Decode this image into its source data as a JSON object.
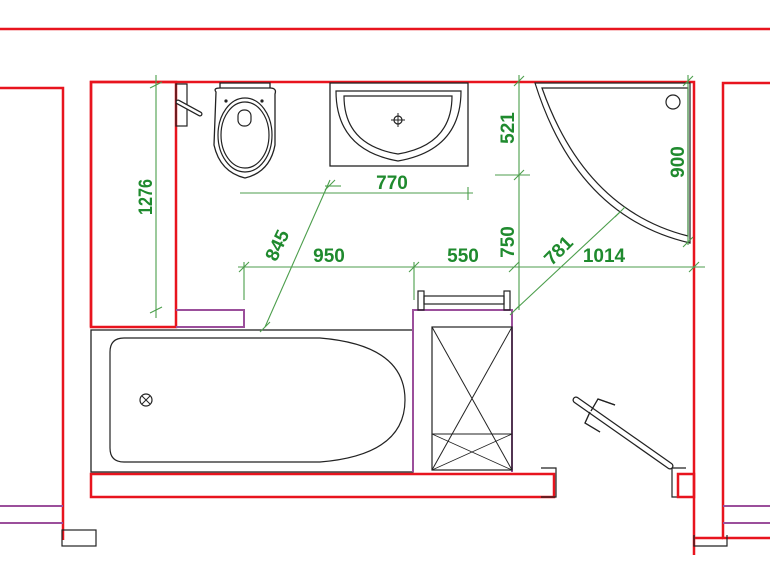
{
  "dimensions": {
    "left_wall_height": "1276",
    "sink_width": "770",
    "toilet_clearance_diagonal": "845",
    "floor_width_950": "950",
    "floor_width_550": "550",
    "sink_depth": "521",
    "shower_side": "900",
    "floor_depth": "750",
    "shower_diagonal": "781",
    "shower_width": "1014"
  },
  "colors": {
    "wall": "#e8141e",
    "partition": "#9b4f9b",
    "dimension": "#1f8a2e"
  }
}
